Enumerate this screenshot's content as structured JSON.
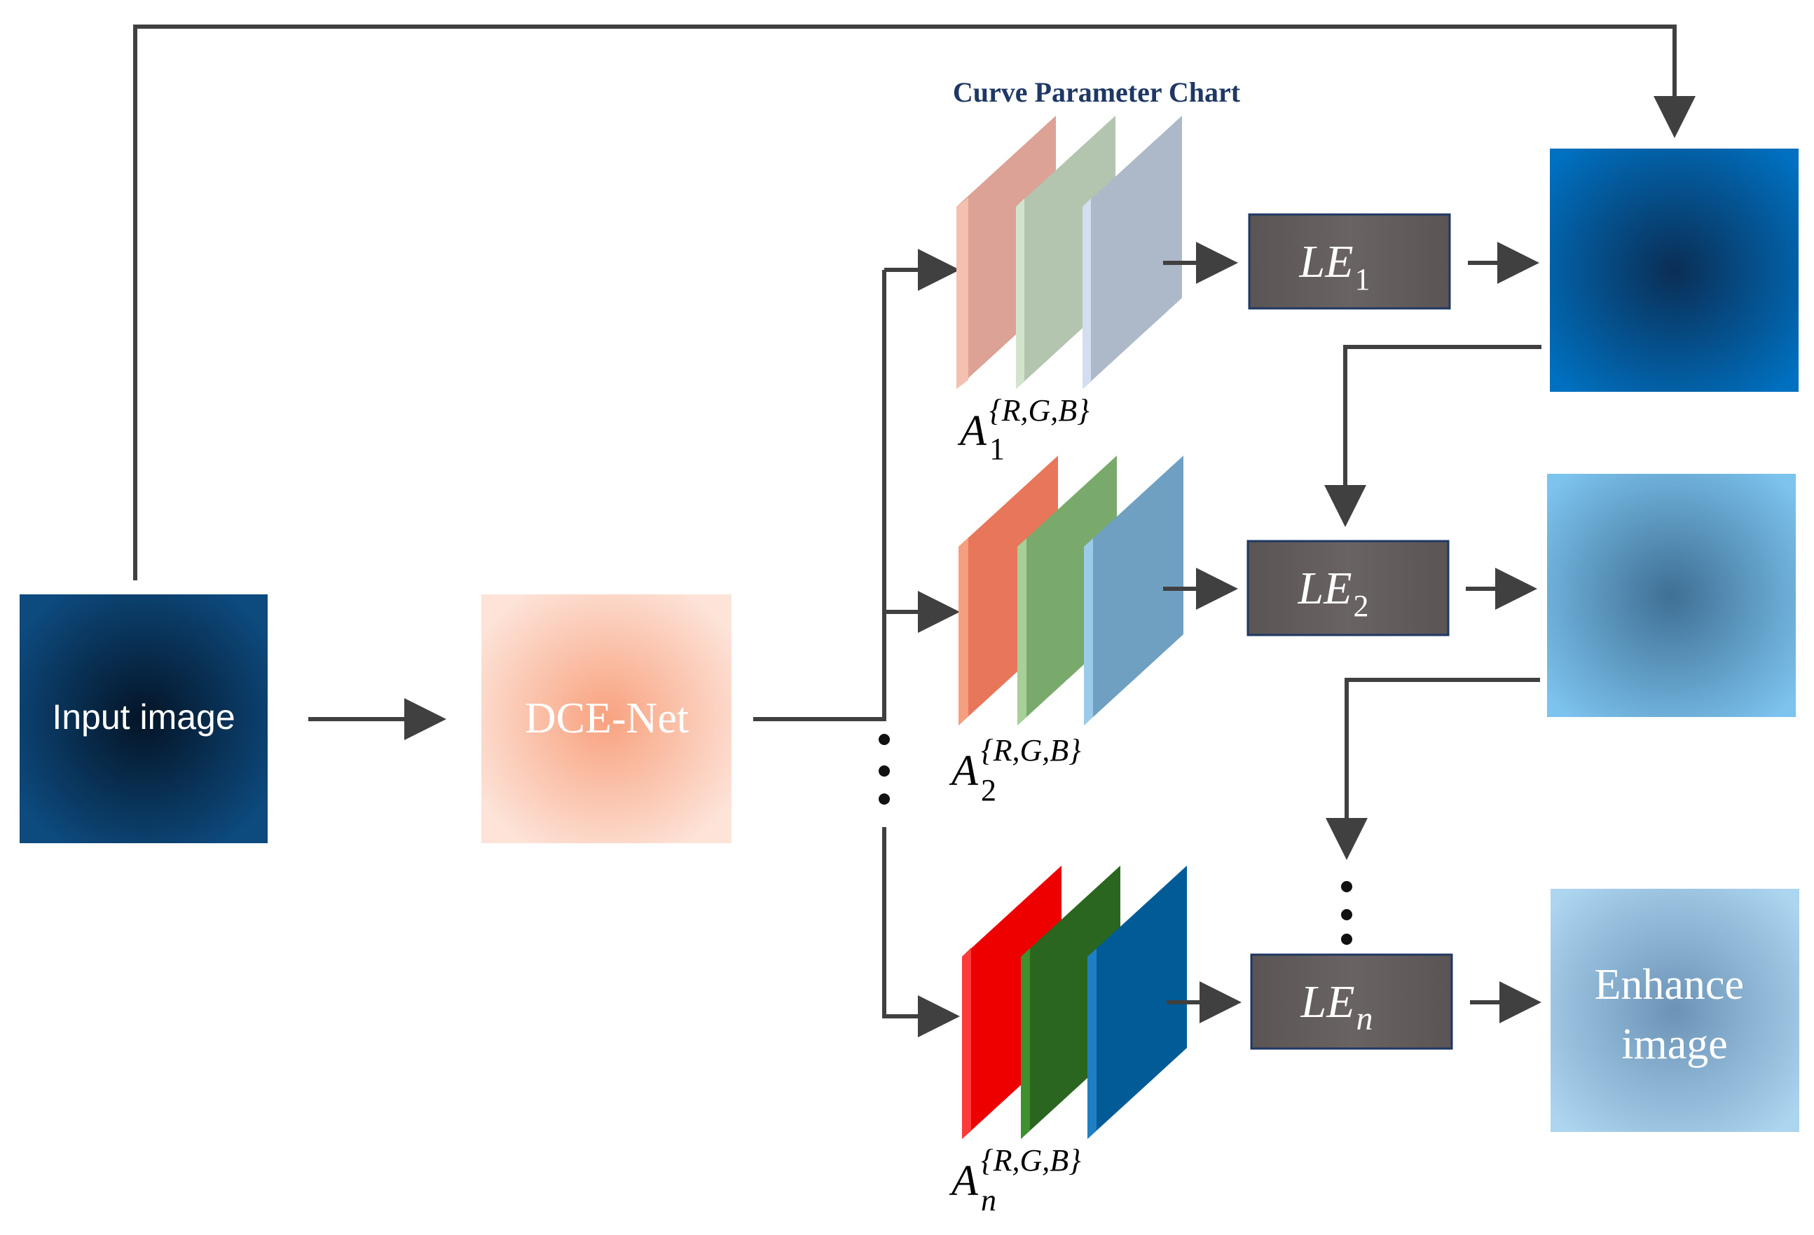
{
  "title": "Curve Parameter Chart",
  "input_label": "Input image",
  "dcenet_label": "DCE-Net",
  "enhance_label_line1": "Enhance",
  "enhance_label_line2": "image",
  "le_base": "LE",
  "le_sub_1": "1",
  "le_sub_2": "2",
  "le_sub_n": "n",
  "a_base": "A",
  "a_sup": "{R,G,B}",
  "a_sub_1": "1",
  "a_sub_2": "2",
  "a_sub_n": "n",
  "colors": {
    "arrow": "#404040",
    "le_box": "#5a5454",
    "input_box": "#0d3f6e",
    "dcenet_box": "#fbd0bf",
    "stage1_out": "#0067b0",
    "stage2_out": "#6cb8e6",
    "enhance_out": "#98c8e8",
    "title_text": "#1f3864"
  }
}
